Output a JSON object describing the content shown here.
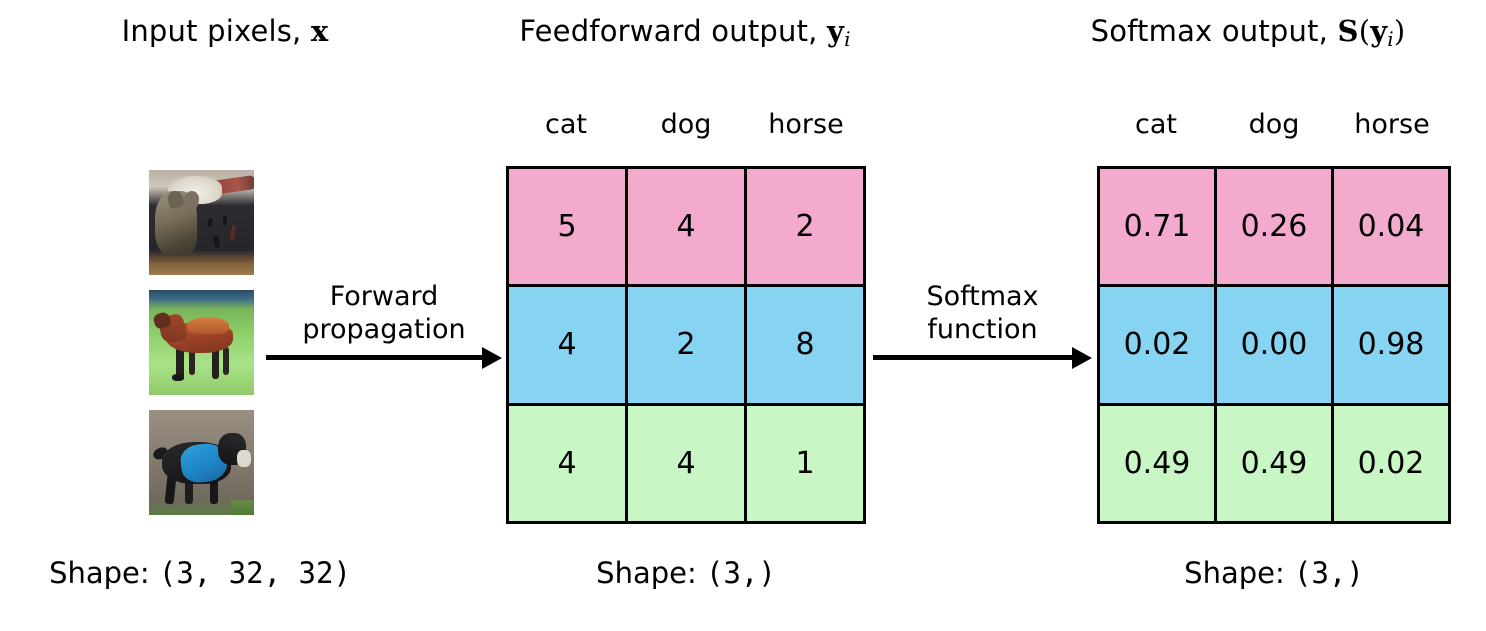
{
  "columns": {
    "input": {
      "title_prefix": "Input pixels, ",
      "title_var": "x",
      "shape_label": "Shape: ",
      "shape_value": "(3, 32, 32)"
    },
    "feedforward": {
      "title_prefix": "Feedforward output, ",
      "title_var": "y",
      "title_sub": "i",
      "shape_label": "Shape: ",
      "shape_value": "(3,)"
    },
    "softmax": {
      "title_prefix": "Softmax output, ",
      "title_fn": "S",
      "title_open": "(",
      "title_var": "y",
      "title_sub": "i",
      "title_close": ")",
      "shape_label": "Shape: ",
      "shape_value": "(3,)"
    }
  },
  "arrows": {
    "forward": {
      "line1": "Forward",
      "line2": "propagation"
    },
    "softmax": {
      "line1": "Softmax",
      "line2": "function"
    }
  },
  "thumbnails": [
    {
      "name": "cat-thumbnail",
      "alt": "cat"
    },
    {
      "name": "horse-thumbnail",
      "alt": "horse"
    },
    {
      "name": "dog-thumbnail",
      "alt": "dog"
    }
  ],
  "class_headers": [
    "cat",
    "dog",
    "horse"
  ],
  "chart_data": {
    "type": "table",
    "title": "Softmax transformation of feedforward logits",
    "columns": [
      "cat",
      "dog",
      "horse"
    ],
    "row_colors": [
      "#f4aacd",
      "#87d4f2",
      "#c8f7c5"
    ],
    "tables": [
      {
        "name": "feedforward-logits",
        "caption": "Feedforward output, y_i",
        "shape": "(3,)",
        "rows": [
          {
            "label": "cat-image",
            "color": "#f4aacd",
            "values": [
              "5",
              "4",
              "2"
            ]
          },
          {
            "label": "horse-image",
            "color": "#87d4f2",
            "values": [
              "4",
              "2",
              "8"
            ]
          },
          {
            "label": "dog-image",
            "color": "#c8f7c5",
            "values": [
              "4",
              "4",
              "1"
            ]
          }
        ]
      },
      {
        "name": "softmax-probabilities",
        "caption": "Softmax output, S(y_i)",
        "shape": "(3,)",
        "rows": [
          {
            "label": "cat-image",
            "color": "#f4aacd",
            "values": [
              "0.71",
              "0.26",
              "0.04"
            ]
          },
          {
            "label": "horse-image",
            "color": "#87d4f2",
            "values": [
              "0.02",
              "0.00",
              "0.98"
            ]
          },
          {
            "label": "dog-image",
            "color": "#c8f7c5",
            "values": [
              "0.49",
              "0.49",
              "0.02"
            ]
          }
        ]
      }
    ]
  },
  "colors": {
    "pink": "#f4aacd",
    "blue": "#87d4f2",
    "green": "#c8f7c5",
    "border": "#000000",
    "background": "#ffffff"
  }
}
